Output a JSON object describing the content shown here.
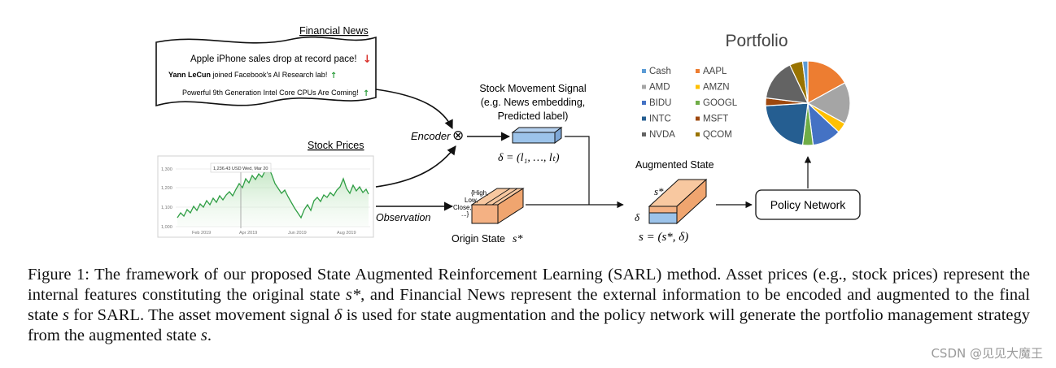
{
  "news": {
    "title": "Financial News",
    "items": [
      {
        "text": "Apple iPhone sales drop at record pace!",
        "arrow": "↓",
        "arrow_color": "#d9302a"
      },
      {
        "bold": "Yann LeCun",
        "text": " joined Facebook's AI Research lab!",
        "arrow": "↑",
        "arrow_color": "#2e9e3e"
      },
      {
        "text": "Powerful 9th Generation Intel Core CPUs Are Coming!",
        "arrow": "↑",
        "arrow_color": "#2e9e3e"
      }
    ]
  },
  "prices": {
    "title": "Stock Prices",
    "tooltip": "1,236.43 USD  Wed, Mar 20",
    "y_ticks": [
      "1,300",
      "1,200",
      "1,100",
      "1,000"
    ],
    "x_ticks": [
      "Feb 2019",
      "Apr 2019",
      "Jun 2019",
      "Aug 2019"
    ]
  },
  "encoder": {
    "label": "Encoder",
    "symbol": "⊗"
  },
  "signal": {
    "title_lines": [
      "Stock Movement Signal",
      "(e.g. News embedding,",
      "Predicted label)"
    ],
    "formula": "δ = (l₁, …, lₜ)"
  },
  "observation": {
    "label": "Observation"
  },
  "origin_state": {
    "features": [
      "{High,",
      "Low,",
      "Close,",
      "...}"
    ],
    "label": "Origin State",
    "symbol": "s*"
  },
  "augmented": {
    "title": "Augmented State",
    "s_star": "s*",
    "delta": "δ",
    "formula": "s = (s*, δ)"
  },
  "policy": {
    "label": "Policy Network"
  },
  "portfolio": {
    "title": "Portfolio",
    "legend": [
      {
        "name": "Cash",
        "color": "#5b9bd5"
      },
      {
        "name": "AAPL",
        "color": "#ed7d31"
      },
      {
        "name": "AMD",
        "color": "#a5a5a5"
      },
      {
        "name": "AMZN",
        "color": "#ffc000"
      },
      {
        "name": "BIDU",
        "color": "#4472c4"
      },
      {
        "name": "GOOGL",
        "color": "#70ad47"
      },
      {
        "name": "INTC",
        "color": "#255e91"
      },
      {
        "name": "MSFT",
        "color": "#9e480e"
      },
      {
        "name": "NVDA",
        "color": "#636363"
      },
      {
        "name": "QCOM",
        "color": "#997300"
      }
    ],
    "slices": [
      {
        "name": "AAPL",
        "value": 17
      },
      {
        "name": "AMD",
        "value": 16
      },
      {
        "name": "AMZN",
        "value": 4
      },
      {
        "name": "BIDU",
        "value": 11
      },
      {
        "name": "GOOGL",
        "value": 4
      },
      {
        "name": "INTC",
        "value": 22
      },
      {
        "name": "MSFT",
        "value": 3
      },
      {
        "name": "NVDA",
        "value": 16
      },
      {
        "name": "QCOM",
        "value": 5
      },
      {
        "name": "Cash",
        "value": 2
      }
    ]
  },
  "caption": {
    "text_parts": [
      "Figure 1: The framework of our proposed State Augmented Reinforcement Learning (SARL) method. Asset prices (e.g., stock prices) represent the internal features constituting the original state ",
      "s*",
      ", and Financial News represent the external information to be encoded and augmented to the final state ",
      "s",
      " for SARL. The asset movement signal ",
      "δ",
      " is used for state augmentation and the policy network will generate the portfolio management strategy from the augmented state ",
      "s",
      "."
    ]
  },
  "watermark": "CSDN @见见大魔王"
}
